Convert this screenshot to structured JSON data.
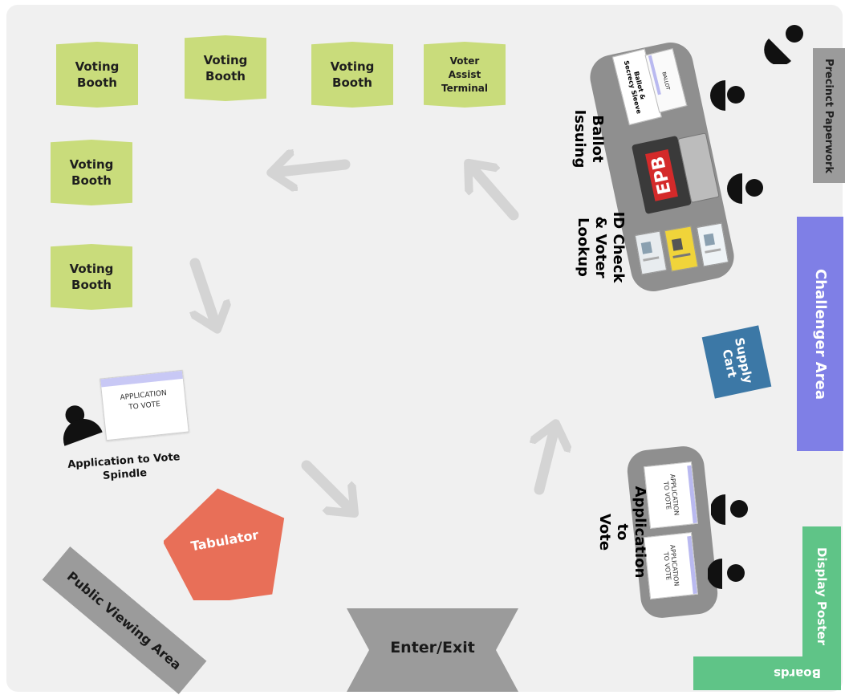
{
  "booths": [
    {
      "label": "Voting\nBooth"
    },
    {
      "label": "Voting\nBooth"
    },
    {
      "label": "Voting\nBooth"
    },
    {
      "label": "Voter\nAssist\nTerminal"
    },
    {
      "label": "Voting\nBooth"
    },
    {
      "label": "Voting\nBooth"
    }
  ],
  "stations": {
    "ballot_issuing": "Ballot\nIssuing",
    "ballot_sleeve_label": "Ballot &\nSecrecy Sleeve",
    "sleeve_card_text": "BALLOT",
    "id_check": "ID Check\n& Voter\nLookup",
    "epb": "EPB",
    "precinct_paperwork": "Precinct Paperwork",
    "challenger_area": "Challenger Area",
    "supply_cart": "Supply\nCart",
    "application_to_vote_station": "Application\nto\nVote",
    "app_card_1": "APPLICATION\nTO VOTE",
    "app_card_2": "APPLICATION\nTO VOTE",
    "display_poster": "Display Poster",
    "boards": "Boards",
    "spindle_card": "APPLICATION\nTO VOTE",
    "spindle_label": "Application to Vote\nSpindle",
    "tabulator": "Tabulator",
    "public_viewing": "Public Viewing Area",
    "enter_exit": "Enter/Exit"
  },
  "colors": {
    "booth": "#c9dc7b",
    "table": "#8f8f8f",
    "challenger": "#7f7fe6",
    "supply_cart": "#3c78a6",
    "display_poster": "#5fc487",
    "tabulator": "#e86f58",
    "gray_block": "#9b9b9b",
    "arrow": "#d4d4d4"
  },
  "icons": [
    "person-icon",
    "laptop-icon",
    "id-card-icon",
    "arrow-icon"
  ]
}
